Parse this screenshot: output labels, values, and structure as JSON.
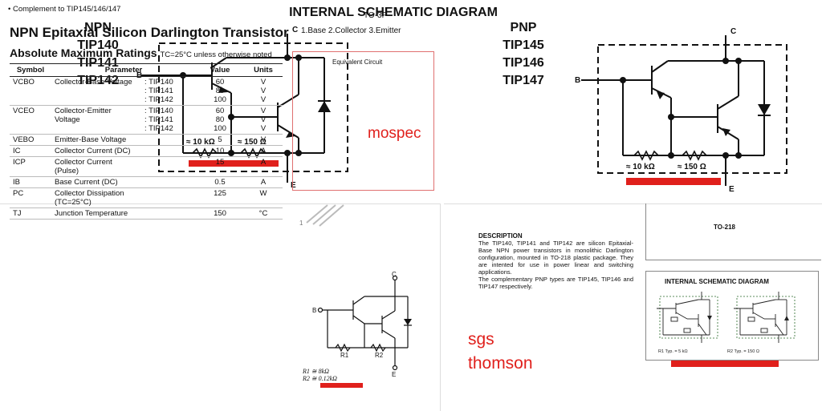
{
  "header": {
    "title": "INTERNAL SCHEMATIC DIAGRAM"
  },
  "npn": {
    "type": "NPN",
    "parts": [
      "TIP140",
      "TIP141",
      "TIP142"
    ]
  },
  "pnp": {
    "type": "PNP",
    "parts": [
      "TIP145",
      "TIP146",
      "TIP147"
    ]
  },
  "pins": {
    "b": "B",
    "c": "C",
    "e": "E"
  },
  "resistors": {
    "r1": "≈ 10 kΩ",
    "r2": "≈ 150 Ω"
  },
  "annotations": {
    "mospec": "mospec",
    "sgs_line1": "sgs",
    "sgs_line2": "thomson"
  },
  "colors": {
    "accent_red": "#e0201c",
    "ink": "#111111"
  },
  "fairchild": {
    "complement": "Complement to TIP145/146/147",
    "title": "NPN Epitaxial Silicon Darlington Transistor",
    "ratings_title": "Absolute Maximum Ratings",
    "ratings_cond": "TC=25°C unless otherwise noted",
    "package": "TO-3P",
    "package_pins": "1.Base  2.Collector  3.Emitter",
    "pin_number": "1",
    "headers": [
      "Symbol",
      "Parameter",
      "Value",
      "Units"
    ],
    "rows": [
      {
        "sym": "VCBO",
        "param": "Collector-Base Voltage",
        "devs": [
          ": TIP140",
          ": TIP141",
          ": TIP142"
        ],
        "vals": [
          "60",
          "80",
          "100"
        ],
        "unit": "V"
      },
      {
        "sym": "VCEO",
        "param": "Collector-Emitter Voltage",
        "devs": [
          ": TIP140",
          ": TIP141",
          ": TIP142"
        ],
        "vals": [
          "60",
          "80",
          "100"
        ],
        "unit": "V"
      },
      {
        "sym": "VEBO",
        "param": "Emitter-Base Voltage",
        "devs": [],
        "vals": [
          "5"
        ],
        "unit": "V"
      },
      {
        "sym": "IC",
        "param": "Collector Current (DC)",
        "devs": [],
        "vals": [
          "10"
        ],
        "unit": "A"
      },
      {
        "sym": "ICP",
        "param": "Collector Current (Pulse)",
        "devs": [],
        "vals": [
          "15"
        ],
        "unit": "A"
      },
      {
        "sym": "IB",
        "param": "Base Current (DC)",
        "devs": [],
        "vals": [
          "0.5"
        ],
        "unit": "A"
      },
      {
        "sym": "PC",
        "param": "Collector Dissipation (TC=25°C)",
        "devs": [],
        "vals": [
          "125"
        ],
        "unit": "W"
      },
      {
        "sym": "TJ",
        "param": "Junction Temperature",
        "devs": [],
        "vals": [
          "150"
        ],
        "unit": "°C"
      }
    ],
    "equivalent_circuit": {
      "title": "Equivalent Circuit",
      "labels": {
        "b": "B",
        "c": "C",
        "e": "E",
        "r1": "R1",
        "r2": "R2"
      },
      "r1_value": "R1 ≅ 8kΩ",
      "r2_value": "R2 ≅ 0.12kΩ"
    }
  },
  "sgs": {
    "desc_title": "DESCRIPTION",
    "desc_p1": "The TIP140, TIP141 and TIP142 are silicon Epitaxial-Base NPN power transistors in monolithic Darlington configuration, mounted in TO-218 plastic package. They are intented for use in power linear and switching applications.",
    "desc_p2": "The complementary PNP types are TIP145, TIP146 and TIP147 respectively.",
    "package": "TO-218",
    "schematic_title": "INTERNAL SCHEMATIC DIAGRAM",
    "r1_typ": "R1 Typ. = 5 kΩ",
    "r2_typ": "R2 Typ. = 150 Ω"
  }
}
